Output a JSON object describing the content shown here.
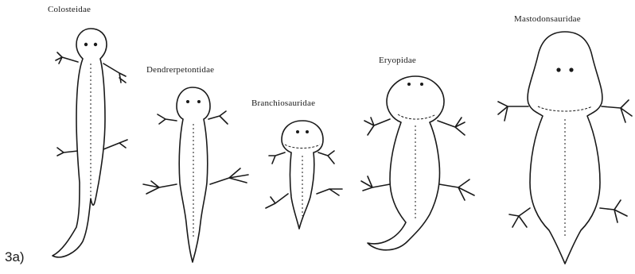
{
  "figure": {
    "panel_label": "3a)",
    "taxa": [
      {
        "name": "Colosteidae"
      },
      {
        "name": "Dendrerpetontidae"
      },
      {
        "name": "Branchiosauridae"
      },
      {
        "name": "Eryopidae"
      },
      {
        "name": "Mastodonsauridae"
      }
    ]
  }
}
